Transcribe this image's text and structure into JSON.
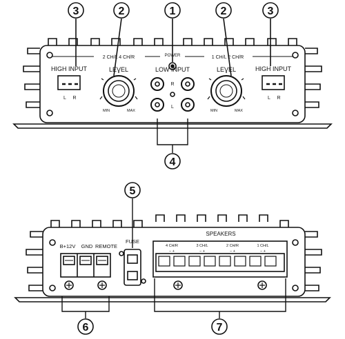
{
  "callouts": [
    "1",
    "2",
    "3",
    "4",
    "5",
    "6",
    "7"
  ],
  "front_panel": {
    "channel_label_left": "2 CH/L  4 CH/R",
    "channel_label_right": "1 CH/L  2 CH/R",
    "power_label": "POWER",
    "low_input_label": "LOW INPUT",
    "low_input_r": "R",
    "low_input_l": "L",
    "high_input_label": "HIGH INPUT",
    "high_input_l": "L",
    "high_input_r": "R",
    "level_label": "LEVEL",
    "level_min": "MIN",
    "level_max": "MAX"
  },
  "rear_panel": {
    "power_terminal_labels": [
      "B+12V",
      "GND",
      "REMOTE"
    ],
    "fuse_label": "FUSE",
    "speakers_label": "SPEAKERS",
    "speaker_channel_labels": [
      "4 CH/R",
      "3 CH/L",
      "2 CH/R",
      "1 CH/L"
    ],
    "speaker_polarity": "−  +"
  }
}
